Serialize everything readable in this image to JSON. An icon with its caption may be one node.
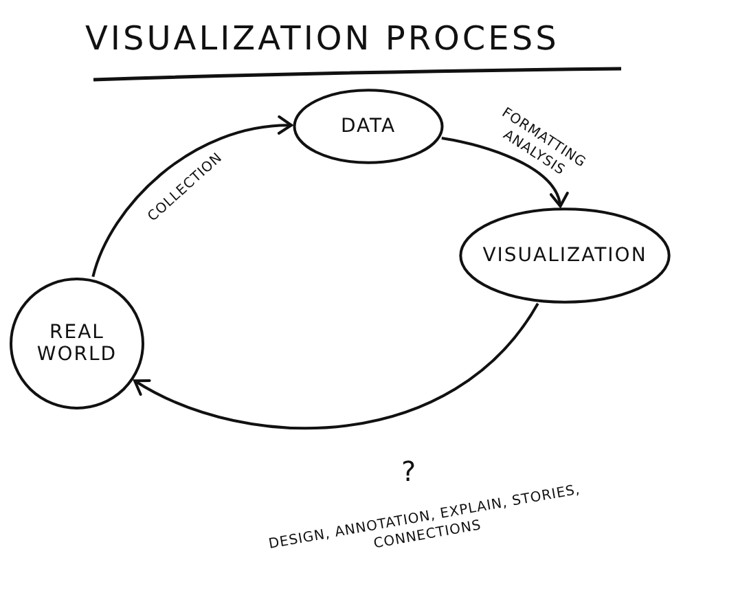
{
  "diagram": {
    "title": "VISUALIZATION PROCESS",
    "nodes": [
      {
        "text": [
          "DATA"
        ]
      },
      {
        "text": [
          "VISUALIZATION"
        ]
      },
      {
        "text": [
          "REAL WORLD"
        ]
      }
    ],
    "edges": [
      {
        "from": 2,
        "to": 0,
        "arrow": "to",
        "label": "COLLECTION"
      },
      {
        "from": 0,
        "to": 1,
        "arrow": "to",
        "label": "FORMATTING ANALYSIS"
      },
      {
        "from": 1,
        "to": 2,
        "arrow": "to",
        "label": "DESIGN, ANNOTATION, EXPLAIN, STORIES, CONNECTIONS"
      }
    ],
    "labels": [
      "?"
    ]
  }
}
